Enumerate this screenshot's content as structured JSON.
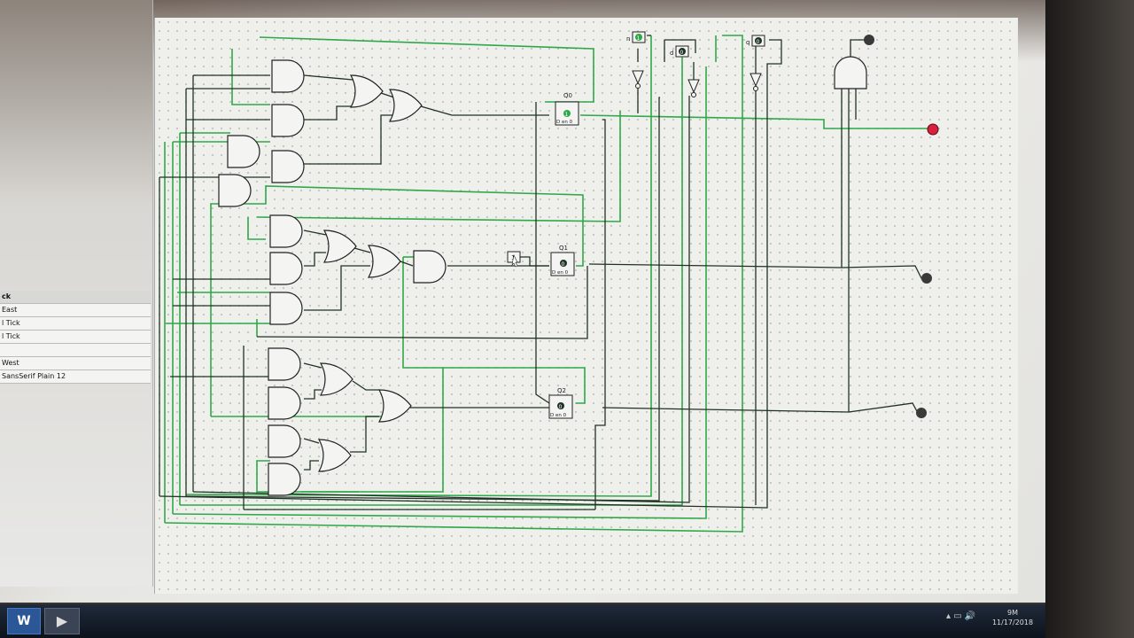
{
  "attributes": {
    "header": "ck",
    "rows": [
      "East",
      "l Tick",
      "l Tick",
      "",
      "West",
      "SansSerif Plain 12"
    ]
  },
  "flipflops": [
    {
      "label": "Q0",
      "state": "1",
      "pins": "D en 0"
    },
    {
      "label": "Q1",
      "state": "0",
      "pins": "D en 0"
    },
    {
      "label": "Q2",
      "state": "0",
      "pins": "D en 0"
    }
  ],
  "inputs": [
    {
      "label": "n",
      "value": "1"
    },
    {
      "label": "d",
      "value": "0"
    },
    {
      "label": "q",
      "value": "0"
    }
  ],
  "input_mid": {
    "value": "1"
  },
  "taskbar": {
    "word_label": "W",
    "play_label": "▶",
    "tray_icons": "▴ ▭ 🔊",
    "clock_time": "9M",
    "clock_date": "11/17/2018"
  },
  "colors": {
    "wire_high": "#2fa84a",
    "wire_low": "#1f3324",
    "led_on": "#d8203c",
    "led_off": "#3a3a3a"
  }
}
